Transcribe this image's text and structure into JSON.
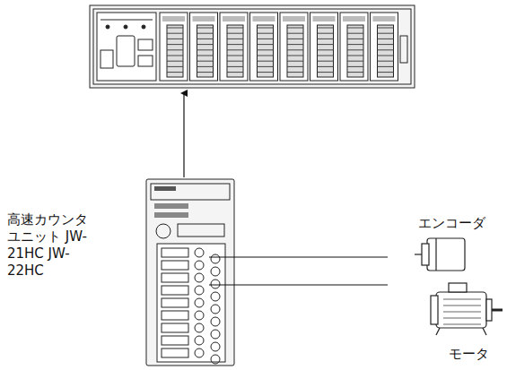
{
  "diagram": {
    "labels": [
      "高速カウンタ ユニット JW-21HC JW-22HC",
      "エンコーダ",
      "モータ"
    ]
  }
}
